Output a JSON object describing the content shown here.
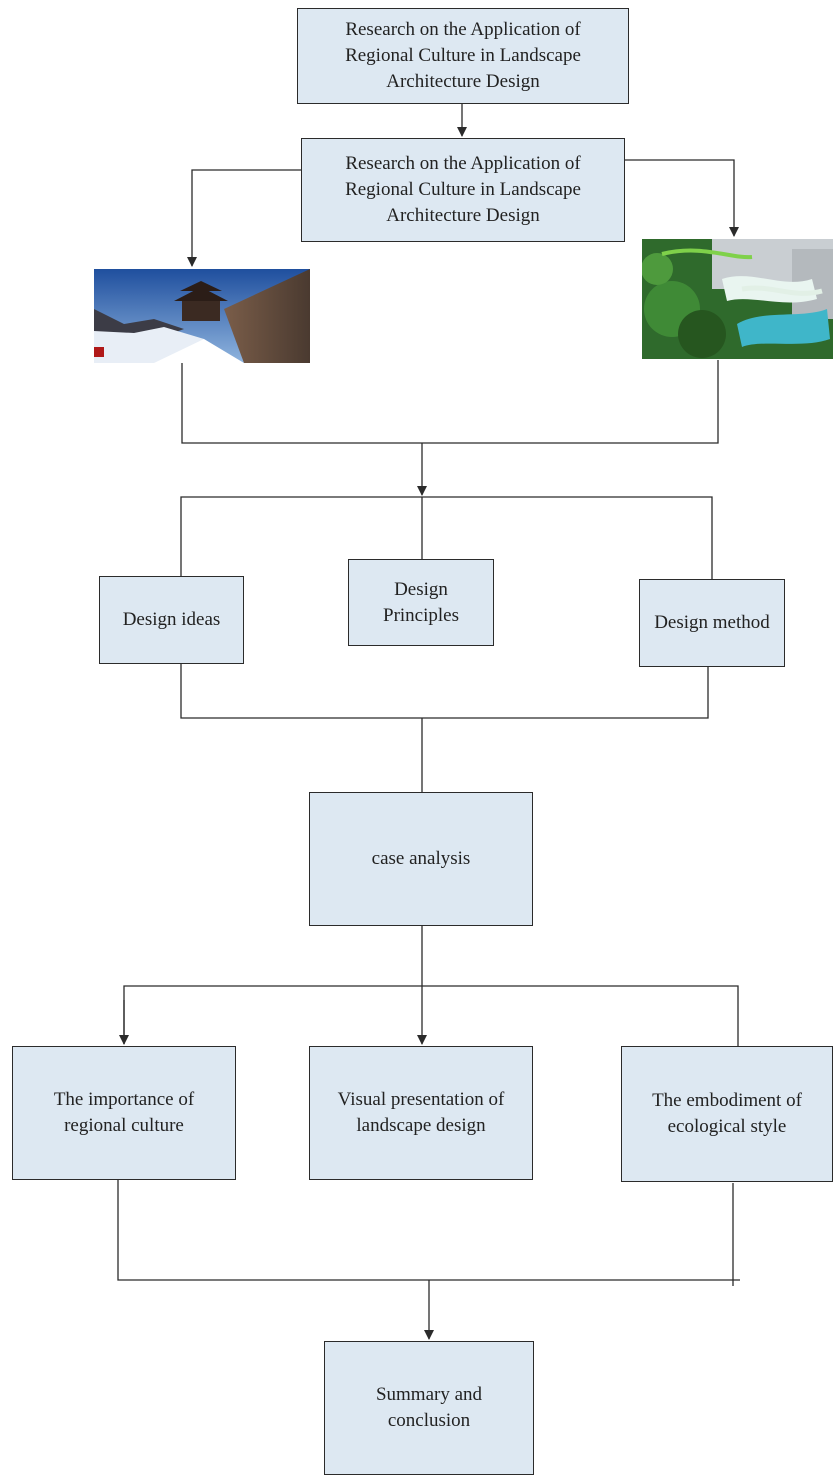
{
  "nodes": {
    "title": "Research on the Application of\nRegional Culture in Landscape\nArchitecture Design",
    "research": "Research on the Application of\nRegional Culture in Landscape\nArchitecture Design",
    "design_ideas": "Design ideas",
    "design_principles": "Design\nPrinciples",
    "design_method": "Design method",
    "case_analysis": "case analysis",
    "importance": "The importance of\nregional culture",
    "visual_presentation": "Visual presentation of\nlandscape design",
    "embodiment": "The embodiment of\necological style",
    "summary": "Summary and\nconclusion"
  },
  "images": {
    "left": "photo-city-wall-tower-in-snow",
    "right": "photo-aerial-green-landscape-pool"
  },
  "colors": {
    "box_fill": "#dde8f2",
    "line": "#2b2b2b"
  }
}
